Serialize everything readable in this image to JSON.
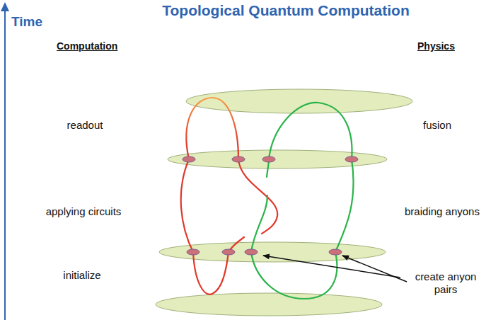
{
  "diagram": {
    "title": "Topological Quantum Computation",
    "labels": [
      "Time",
      "Computation",
      "Physics",
      "readout",
      "fusion",
      "applying circuits",
      "braiding anyons",
      "initialize",
      "create anyon pairs"
    ]
  }
}
